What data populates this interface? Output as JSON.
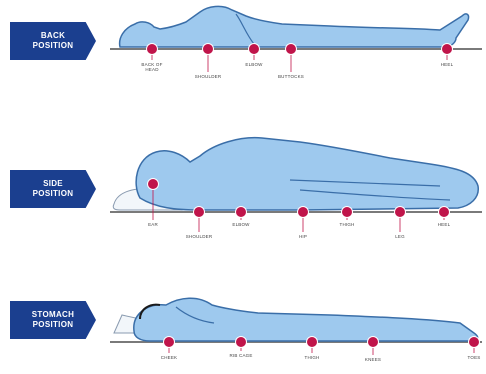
{
  "colors": {
    "tag_bg": "#1b3f8f",
    "body_fill": "#9ec9ee",
    "body_stroke": "#3a6ea8",
    "pressure_point": "#c0144a",
    "surface": "#7a7a7a"
  },
  "panels": [
    {
      "key": "back",
      "tag_lines": [
        "BACK",
        "POSITION"
      ],
      "points": [
        {
          "label_lines": [
            "BACK OF",
            "HEAD"
          ]
        },
        {
          "label_lines": [
            "SHOULDER"
          ]
        },
        {
          "label_lines": [
            "ELBOW"
          ]
        },
        {
          "label_lines": [
            "BUTTOCKS"
          ]
        },
        {
          "label_lines": [
            "HEEL"
          ]
        }
      ]
    },
    {
      "key": "side",
      "tag_lines": [
        "SIDE",
        "POSITION"
      ],
      "points": [
        {
          "label_lines": [
            "EAR"
          ]
        },
        {
          "label_lines": [
            "SHOULDER"
          ]
        },
        {
          "label_lines": [
            "ELBOW"
          ]
        },
        {
          "label_lines": [
            "HIP"
          ]
        },
        {
          "label_lines": [
            "THIGH"
          ]
        },
        {
          "label_lines": [
            "LEG"
          ]
        },
        {
          "label_lines": [
            "HEEL"
          ]
        }
      ]
    },
    {
      "key": "stomach",
      "tag_lines": [
        "STOMACH",
        "POSITION"
      ],
      "points": [
        {
          "label_lines": [
            "CHEEK"
          ]
        },
        {
          "label_lines": [
            "RIB CAGE"
          ]
        },
        {
          "label_lines": [
            "THIGH"
          ]
        },
        {
          "label_lines": [
            "KNEES"
          ]
        },
        {
          "label_lines": [
            "TOES"
          ]
        }
      ]
    }
  ]
}
